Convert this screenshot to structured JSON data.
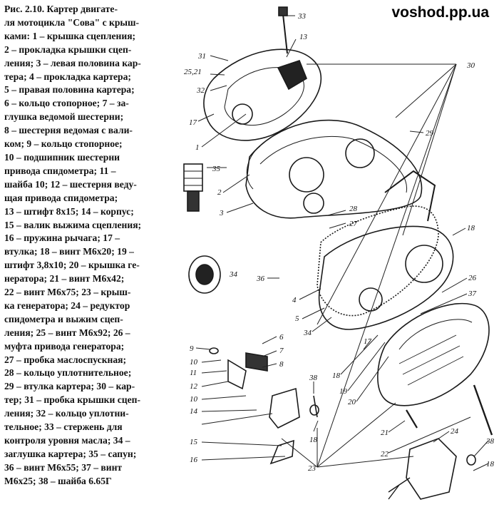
{
  "watermark": "voshod.pp.ua",
  "caption_lines": [
    "Рис. 2.10. Картер двигате-",
    "ля мотоцикла \"Сова\" с крыш-",
    "ками: 1 – крышка сцепления;",
    "2 – прокладка крышки сцеп-",
    "ления; 3 – левая половина кар-",
    "тера; 4 – прокладка картера;",
    "5 – правая половина картера;",
    "6 – кольцо стопорное; 7 – за-",
    "глушка ведомой шестерни;",
    "8 – шестерня ведомая с вали-",
    "ком; 9 – кольцо стопорное;",
    "10 – подшипник шестерни",
    "привода спидометра; 11 –",
    "шайба 10; 12 – шестерня веду-",
    "щая привода спидометра;",
    "13 – штифт 8x15; 14 – корпус;",
    "15 – валик выжима сцепления;",
    "16 – пружина рычага; 17 –",
    "втулка; 18 – винт М6x20; 19 –",
    "штифт 3,8x10; 20 – крышка ге-",
    "нератора; 21 – винт М6x42;",
    "22 – винт М6x75; 23 – крыш-",
    "ка генератора; 24 – редуктор",
    "спидометра и выжим сцеп-",
    "ления; 25 – винт М6x92; 26 –",
    "муфта привода генератора;",
    "27 – пробка маслоспускная;",
    "28 – кольцо уплотнительное;",
    "29 – втулка картера; 30 – кар-",
    "тер; 31 – пробка крышки сцеп-",
    "ления; 32 – кольцо уплотни-",
    "тельное; 33 – стержень для",
    "контроля уровня масла; 34 –",
    "заглушка картера; 35 – сапун;",
    "36 – винт М6x55; 37 – винт",
    "М6x25; 38 – шайба 6.65Г"
  ],
  "part_numbers": {
    "n33": "33",
    "n13": "13",
    "n31": "31",
    "n2521": "25,21",
    "n32": "32",
    "n17a": "17",
    "n1": "1",
    "n30": "30",
    "n29": "29",
    "n35": "35",
    "n2": "2",
    "n3": "3",
    "n28": "28",
    "n27": "27",
    "n18a": "18",
    "n34a": "34",
    "n36": "36",
    "n4": "4",
    "n5": "5",
    "n26": "26",
    "n37": "37",
    "n34b": "34",
    "n6": "6",
    "n7": "7",
    "n8": "8",
    "n9": "9",
    "n10a": "10",
    "n11": "11",
    "n12": "12",
    "n10b": "10",
    "n14": "14",
    "n15": "15",
    "n16": "16",
    "n17b": "17",
    "n18b": "18",
    "n19": "19",
    "n20": "20",
    "n38a": "38",
    "n18c": "18",
    "n21": "21",
    "n22": "22",
    "n24": "24",
    "n23": "23",
    "n38b": "38",
    "n18d": "18"
  }
}
